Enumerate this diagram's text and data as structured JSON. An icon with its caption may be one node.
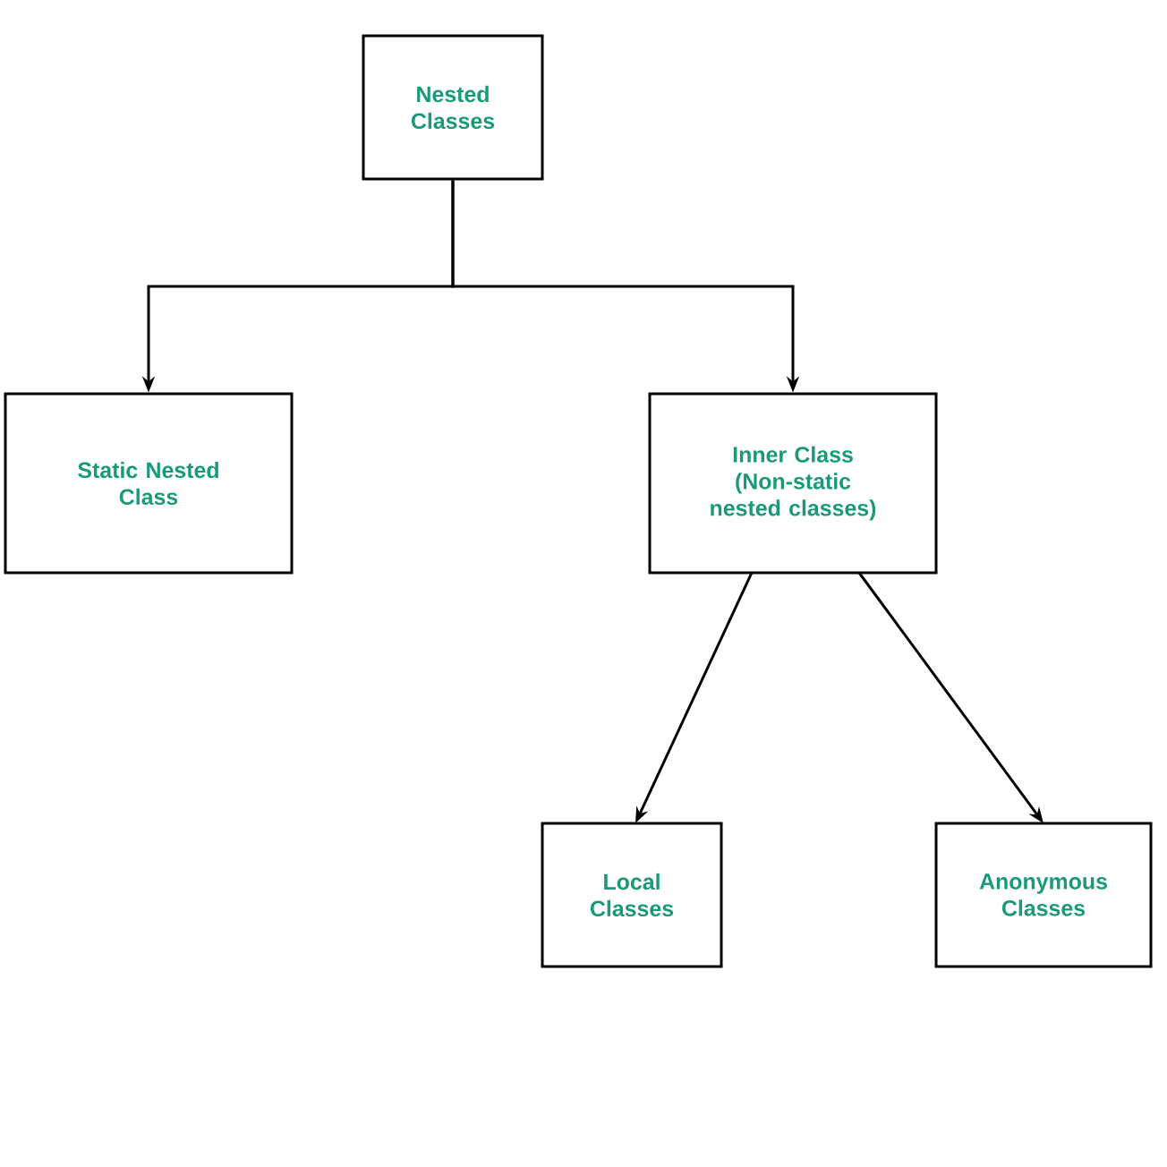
{
  "diagram": {
    "nodes": [
      {
        "text": [
          "Nested Classes"
        ]
      },
      {
        "text": [
          "Static Nested Class"
        ]
      },
      {
        "text": [
          "Inner Class (Non-static nested classes)"
        ]
      },
      {
        "text": [
          "Local Classes"
        ]
      },
      {
        "text": [
          "Anonymous Classes"
        ]
      }
    ],
    "edges": [
      {
        "from": 0,
        "to": 1,
        "arrow": "to"
      },
      {
        "from": 0,
        "to": 2,
        "arrow": "to"
      },
      {
        "from": 2,
        "to": 3,
        "arrow": "to"
      },
      {
        "from": 2,
        "to": 4,
        "arrow": "to"
      }
    ]
  }
}
